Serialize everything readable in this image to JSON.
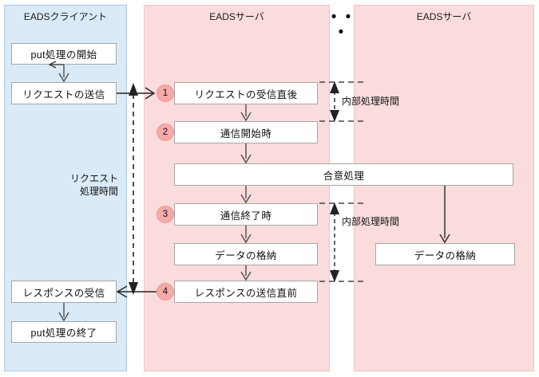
{
  "diagram": {
    "title_colors": {
      "client_fill": "#daeaf7",
      "client_border": "#a9cbe6",
      "server_fill": "#fbdcdc",
      "server_border": "#f3c3c3",
      "node_fill": "#ffffff",
      "node_border": "#a6a6a6",
      "badge_fill": "#f5a9a9",
      "badge_border": "#f09393",
      "line": "#333333"
    },
    "lanes": [
      {
        "id": "client",
        "label": "EADSクライアント"
      },
      {
        "id": "server1",
        "label": "EADSサーバ"
      },
      {
        "id": "server2",
        "label": "EADSサーバ"
      }
    ],
    "ellipsis": "• • •",
    "client_nodes": [
      {
        "id": "put-start",
        "label": "put処理の開始"
      },
      {
        "id": "send-request",
        "label": "リクエストの送信"
      },
      {
        "id": "receive-response",
        "label": "レスポンスの受信"
      },
      {
        "id": "put-end",
        "label": "put処理の終了"
      }
    ],
    "server1_nodes": [
      {
        "id": "after-request-received",
        "label": "リクエストの受信直後",
        "badge": "1"
      },
      {
        "id": "comm-start",
        "label": "通信開始時",
        "badge": "2"
      },
      {
        "id": "comm-end",
        "label": "通信終了時",
        "badge": "3"
      },
      {
        "id": "store-data",
        "label": "データの格納",
        "badge": ""
      },
      {
        "id": "before-response-sent",
        "label": "レスポンスの送信直前",
        "badge": "4"
      }
    ],
    "consensus_node": {
      "id": "consensus",
      "label": "合意処理"
    },
    "server2_nodes": [
      {
        "id": "store-data-remote",
        "label": "データの格納"
      }
    ],
    "measures": [
      {
        "id": "request-processing-time",
        "label_line1": "リクエスト",
        "label_line2": "処理時間"
      },
      {
        "id": "internal-processing-time-upper",
        "label": "内部処理時間"
      },
      {
        "id": "internal-processing-time-lower",
        "label": "内部処理時間"
      }
    ]
  }
}
